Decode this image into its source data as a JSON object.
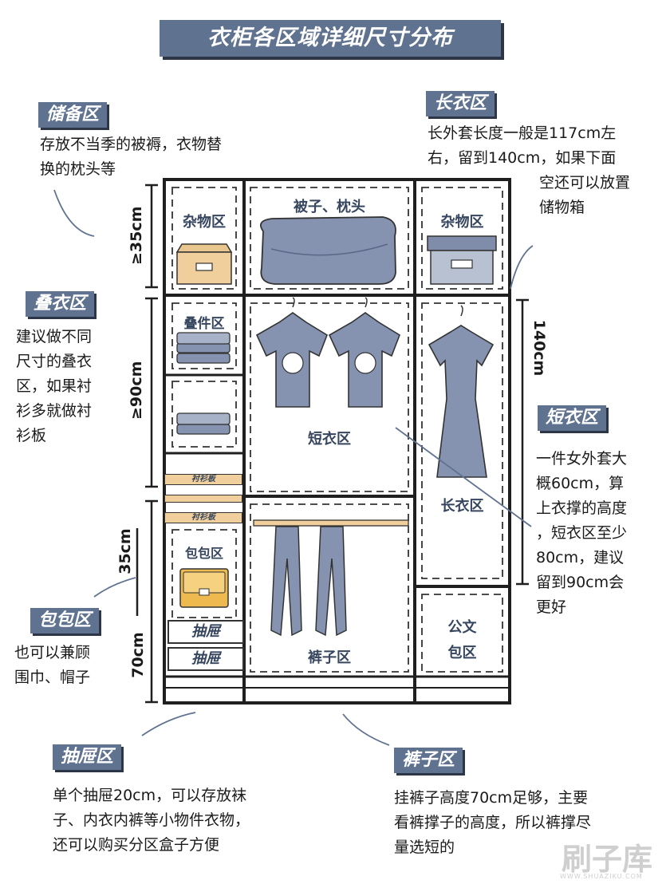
{
  "title": "衣柜各区域详细尺寸分布",
  "sections": {
    "storage": {
      "tag": "储备区",
      "lines": [
        "存放不当季的被褥，衣物替",
        "换的枕头等"
      ]
    },
    "long": {
      "tag": "长衣区",
      "lines": [
        "长外套长度一般是117cm左",
        "右，留到140cm，如果下面",
        "空还可以放置",
        "储物箱"
      ]
    },
    "fold": {
      "tag": "叠衣区",
      "lines": [
        "建议做不同",
        "尺寸的叠衣",
        "区，如果衬",
        "衫多就做衬",
        "衫板"
      ]
    },
    "short": {
      "tag": "短衣区",
      "lines": [
        "一件女外套大",
        "概60cm，算",
        "上衣撑的高度",
        "，短衣区至少",
        "80cm，建议",
        "留到90cm会",
        "更好"
      ]
    },
    "bag": {
      "tag": "包包区",
      "lines": [
        "也可以兼顾",
        "围巾、帽子"
      ]
    },
    "drawer": {
      "tag": "抽屉区",
      "lines": [
        "单个抽屉20cm，可以存放袜",
        "子、内衣内裤等小物件衣物，",
        "还可以购买分区盒子方便"
      ]
    },
    "pants": {
      "tag": "裤子区",
      "lines": [
        "挂裤子高度70cm足够，主要",
        "看裤撑子的高度，所以裤撑尽",
        "量选短的"
      ]
    }
  },
  "wardrobe": {
    "left_top": "杂物区",
    "mid_top": "被子、枕头",
    "right_top": "杂物区",
    "fold_label": "叠件区",
    "shirt_board_1": "衬衫板",
    "shirt_board_2": "衬衫板",
    "short_zone": "短衣区",
    "long_zone": "长衣区",
    "bag_zone": "包包区",
    "drawer_1": "抽屉",
    "drawer_2": "抽屉",
    "pants_zone": "裤子区",
    "doc_zone_1": "公文",
    "doc_zone_2": "包区"
  },
  "dimensions": {
    "top": "≥35cm",
    "fold": "≥90cm",
    "bag": "35cm",
    "drawer": "70cm",
    "long": "140cm"
  },
  "watermark": {
    "brand": "刷子库",
    "url": "WWW.SHUAZIKU.COM"
  },
  "colors": {
    "accent": "#5f7290",
    "shadow": "#2d3646",
    "plank": "#f0cf9c",
    "garment": "#8593b0"
  }
}
